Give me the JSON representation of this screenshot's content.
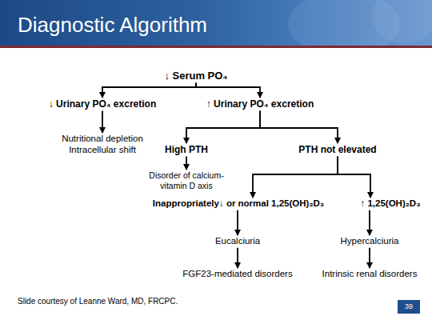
{
  "diagram": {
    "title": "Diagnostic Algorithm",
    "nodes": [
      {
        "text": [
          "↓ Serum PO₄"
        ]
      },
      {
        "text": [
          "↓ Urinary PO₄ excretion"
        ]
      },
      {
        "text": [
          "↑ Urinary PO₄ excretion"
        ]
      },
      {
        "text": [
          "Nutritional depletion Intracellular shift"
        ]
      },
      {
        "text": [
          "High PTH"
        ]
      },
      {
        "text": [
          "PTH not elevated"
        ]
      },
      {
        "text": [
          "Disorder of calcium- vitamin D axis"
        ]
      },
      {
        "text": [
          "Inappropriately↓ or normal 1,25(OH)₂D₃"
        ]
      },
      {
        "text": [
          "↑ 1,25(OH)₂D₃"
        ]
      },
      {
        "text": [
          "Eucalciuria"
        ]
      },
      {
        "text": [
          "Hypercalciuria"
        ]
      },
      {
        "text": [
          "FGF23-mediated disorders"
        ]
      },
      {
        "text": [
          "Intrinsic renal disorders"
        ]
      }
    ],
    "edges": [
      {
        "from": 0,
        "to": 1,
        "arrow": "to"
      },
      {
        "from": 0,
        "to": 2,
        "arrow": "to"
      },
      {
        "from": 1,
        "to": 3,
        "arrow": "to"
      },
      {
        "from": 2,
        "to": 4,
        "arrow": "to"
      },
      {
        "from": 2,
        "to": 5,
        "arrow": "to"
      },
      {
        "from": 4,
        "to": 6,
        "arrow": "to"
      },
      {
        "from": 5,
        "to": 7,
        "arrow": "to"
      },
      {
        "from": 5,
        "to": 8,
        "arrow": "to"
      },
      {
        "from": 7,
        "to": 9,
        "arrow": "to"
      },
      {
        "from": 8,
        "to": 10,
        "arrow": "to"
      },
      {
        "from": 9,
        "to": 11,
        "arrow": "to"
      },
      {
        "from": 10,
        "to": 12,
        "arrow": "to"
      }
    ],
    "labels": [
      "Slide courtesy of Leanne Ward, MD, FRCPC.",
      "39"
    ]
  }
}
